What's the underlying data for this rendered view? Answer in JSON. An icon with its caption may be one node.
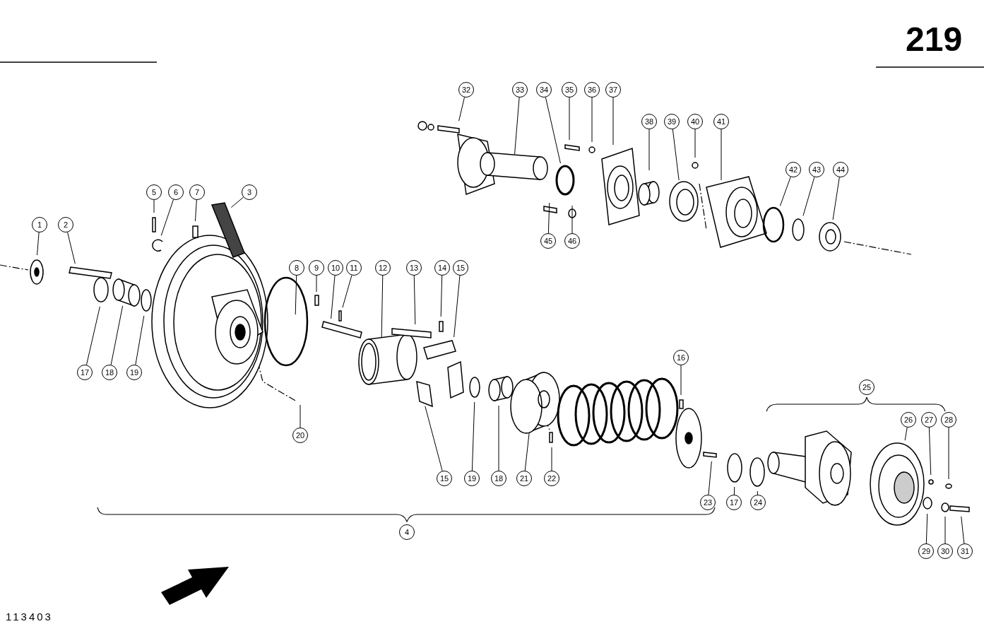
{
  "diagram": {
    "nodes": [
      {
        "text": [
          "32"
        ]
      },
      {
        "text": [
          "33"
        ]
      },
      {
        "text": [
          "34"
        ]
      },
      {
        "text": [
          "35"
        ]
      },
      {
        "text": [
          "36"
        ]
      },
      {
        "text": [
          "37"
        ]
      },
      {
        "text": [
          "38"
        ]
      },
      {
        "text": [
          "39"
        ]
      },
      {
        "text": [
          "40"
        ]
      },
      {
        "text": [
          "41"
        ]
      },
      {
        "text": [
          "42"
        ]
      },
      {
        "text": [
          "43"
        ]
      },
      {
        "text": [
          "44"
        ]
      },
      {
        "text": [
          "5"
        ]
      },
      {
        "text": [
          "6"
        ]
      },
      {
        "text": [
          "7"
        ]
      },
      {
        "text": [
          "3"
        ]
      },
      {
        "text": [
          "1"
        ]
      },
      {
        "text": [
          "2"
        ]
      },
      {
        "text": [
          "45"
        ]
      },
      {
        "text": [
          "46"
        ]
      },
      {
        "text": [
          "8"
        ]
      },
      {
        "text": [
          "9"
        ]
      },
      {
        "text": [
          "10"
        ]
      },
      {
        "text": [
          "11"
        ]
      },
      {
        "text": [
          "12"
        ]
      },
      {
        "text": [
          "13"
        ]
      },
      {
        "text": [
          "14"
        ]
      },
      {
        "text": [
          "15"
        ]
      },
      {
        "text": [
          "16"
        ]
      },
      {
        "text": [
          "17"
        ]
      },
      {
        "text": [
          "18"
        ]
      },
      {
        "text": [
          "19"
        ]
      },
      {
        "text": [
          "25"
        ]
      },
      {
        "text": [
          "26"
        ]
      },
      {
        "text": [
          "27"
        ]
      },
      {
        "text": [
          "28"
        ]
      },
      {
        "text": [
          "20"
        ]
      },
      {
        "text": [
          "15"
        ]
      },
      {
        "text": [
          "19"
        ]
      },
      {
        "text": [
          "18"
        ]
      },
      {
        "text": [
          "21"
        ]
      },
      {
        "text": [
          "22"
        ]
      },
      {
        "text": [
          "23"
        ]
      },
      {
        "text": [
          "17"
        ]
      },
      {
        "text": [
          "24"
        ]
      },
      {
        "text": [
          "4"
        ]
      },
      {
        "text": [
          "29"
        ]
      },
      {
        "text": [
          "30"
        ]
      },
      {
        "text": [
          "31"
        ]
      }
    ],
    "edges": [
      {
        "from": 0,
        "to": null,
        "arrow": "none"
      },
      {
        "from": 1,
        "to": null,
        "arrow": "none"
      },
      {
        "from": 2,
        "to": null,
        "arrow": "none"
      },
      {
        "from": 3,
        "to": null,
        "arrow": "none"
      },
      {
        "from": 4,
        "to": null,
        "arrow": "none"
      },
      {
        "from": 5,
        "to": null,
        "arrow": "none"
      },
      {
        "from": 6,
        "to": null,
        "arrow": "none"
      },
      {
        "from": 7,
        "to": null,
        "arrow": "none"
      },
      {
        "from": 8,
        "to": null,
        "arrow": "none"
      },
      {
        "from": 9,
        "to": null,
        "arrow": "none"
      },
      {
        "from": 10,
        "to": null,
        "arrow": "none"
      },
      {
        "from": 11,
        "to": null,
        "arrow": "none"
      },
      {
        "from": 12,
        "to": null,
        "arrow": "none"
      },
      {
        "from": 13,
        "to": null,
        "arrow": "none"
      },
      {
        "from": 14,
        "to": null,
        "arrow": "none"
      },
      {
        "from": 15,
        "to": null,
        "arrow": "none"
      },
      {
        "from": 16,
        "to": null,
        "arrow": "none"
      },
      {
        "from": 17,
        "to": null,
        "arrow": "none"
      },
      {
        "from": 18,
        "to": null,
        "arrow": "none"
      },
      {
        "from": 19,
        "to": null,
        "arrow": "none"
      },
      {
        "from": 20,
        "to": null,
        "arrow": "none"
      },
      {
        "from": 21,
        "to": null,
        "arrow": "none"
      },
      {
        "from": 22,
        "to": null,
        "arrow": "none"
      },
      {
        "from": 23,
        "to": null,
        "arrow": "none"
      },
      {
        "from": 24,
        "to": null,
        "arrow": "none"
      },
      {
        "from": 25,
        "to": null,
        "arrow": "none"
      },
      {
        "from": 26,
        "to": null,
        "arrow": "none"
      },
      {
        "from": 27,
        "to": null,
        "arrow": "none"
      },
      {
        "from": 28,
        "to": null,
        "arrow": "none"
      },
      {
        "from": 29,
        "to": null,
        "arrow": "none"
      },
      {
        "from": 30,
        "to": null,
        "arrow": "none"
      },
      {
        "from": 31,
        "to": null,
        "arrow": "none"
      },
      {
        "from": 32,
        "to": null,
        "arrow": "none"
      },
      {
        "from": 34,
        "to": null,
        "arrow": "none"
      },
      {
        "from": 35,
        "to": null,
        "arrow": "none"
      },
      {
        "from": 36,
        "to": null,
        "arrow": "none"
      },
      {
        "from": 37,
        "to": null,
        "arrow": "none"
      },
      {
        "from": 38,
        "to": null,
        "arrow": "none"
      },
      {
        "from": 39,
        "to": null,
        "arrow": "none"
      },
      {
        "from": 40,
        "to": null,
        "arrow": "none"
      },
      {
        "from": 41,
        "to": null,
        "arrow": "none"
      },
      {
        "from": 42,
        "to": null,
        "arrow": "none"
      },
      {
        "from": 43,
        "to": null,
        "arrow": "none"
      },
      {
        "from": 44,
        "to": null,
        "arrow": "none"
      },
      {
        "from": 45,
        "to": null,
        "arrow": "none"
      },
      {
        "from": 47,
        "to": null,
        "arrow": "none"
      },
      {
        "from": 48,
        "to": null,
        "arrow": "none"
      },
      {
        "from": 49,
        "to": null,
        "arrow": "none"
      }
    ],
    "labels": [
      "219",
      "113403"
    ]
  }
}
